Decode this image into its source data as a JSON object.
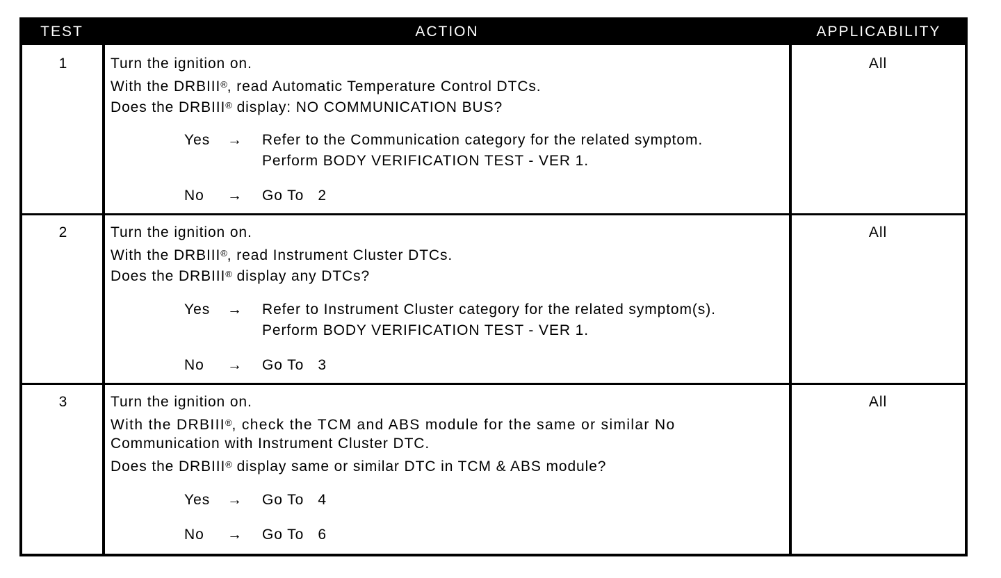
{
  "header": {
    "test": "TEST",
    "action": "ACTION",
    "applicability": "APPLICABILITY"
  },
  "rows": [
    {
      "test": "1",
      "applicability": "All",
      "lines": [
        {
          "pre": "Turn the ignition on."
        },
        {
          "pre": "With the DRBIII",
          "post": ", read Automatic Temperature Control DTCs."
        },
        {
          "pre": "Does the DRBIII",
          "post": " display: NO COMMUNICATION BUS?"
        }
      ],
      "yes": {
        "label": "Yes",
        "arrow": "→",
        "lines": [
          "Refer to the Communication category for the related symptom.",
          "Perform BODY VERIFICATION TEST - VER 1."
        ]
      },
      "no": {
        "label": "No",
        "arrow": "→",
        "lines": [
          "Go To   2"
        ]
      }
    },
    {
      "test": "2",
      "applicability": "All",
      "lines": [
        {
          "pre": "Turn the ignition on."
        },
        {
          "pre": "With the DRBIII",
          "post": ", read Instrument Cluster DTCs."
        },
        {
          "pre": "Does the DRBIII",
          "post": " display any DTCs?"
        }
      ],
      "yes": {
        "label": "Yes",
        "arrow": "→",
        "lines": [
          "Refer to Instrument Cluster category for the related symptom(s).",
          "Perform BODY VERIFICATION TEST - VER 1."
        ]
      },
      "no": {
        "label": "No",
        "arrow": "→",
        "lines": [
          "Go To   3"
        ]
      }
    },
    {
      "test": "3",
      "applicability": "All",
      "lines": [
        {
          "pre": "Turn the ignition on."
        },
        {
          "pre": "With the DRBIII",
          "post": ", check the TCM and ABS module for the same or similar No"
        },
        {
          "pre": "Communication with Instrument Cluster DTC."
        },
        {
          "pre": "Does the DRBIII",
          "post": " display same or similar DTC in TCM & ABS module?"
        }
      ],
      "yes": {
        "label": "Yes",
        "arrow": "→",
        "lines": [
          "Go To   4"
        ]
      },
      "no": {
        "label": "No",
        "arrow": "→",
        "lines": [
          "Go To   6"
        ]
      }
    }
  ],
  "symbols": {
    "registered": "®"
  }
}
